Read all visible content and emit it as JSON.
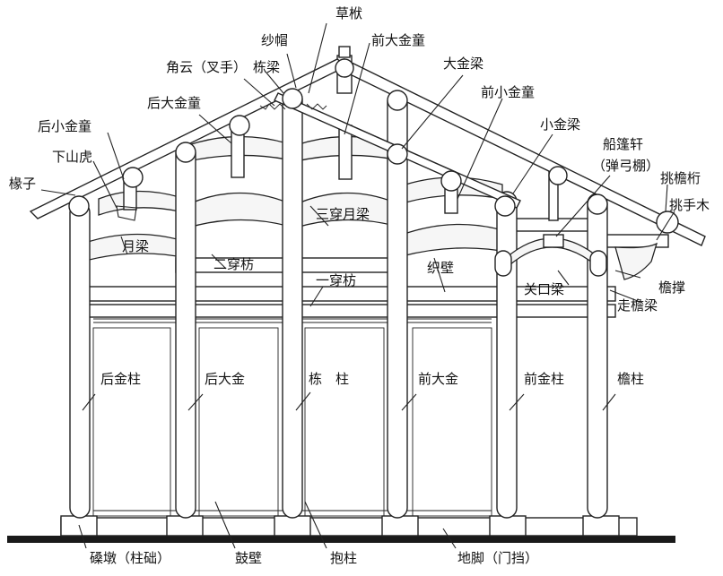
{
  "labels": {
    "caozhi": "草栿",
    "shamao": "纱帽",
    "qiandajintong": "前大金童",
    "jiaoyun": "角云（叉手）",
    "dongliang": "栋梁",
    "dajinliang": "大金梁",
    "houdajintong": "后大金童",
    "qianxiaojintong": "前小金童",
    "houxiaojintong": "后小金童",
    "xiaojinliang": "小金梁",
    "xiashanhu": "下山虎",
    "chuanpengxuan": "船篷轩",
    "danggongpeng": "（弹弓棚）",
    "chuanzi": "椽子",
    "tiaoyanheng": "挑檐桁",
    "tiaoshoumu": "挑手木",
    "sanchuanyueliang": "三穿月梁",
    "yueliang": "月梁",
    "erchuanfang": "二穿枋",
    "zhibi": "织壁",
    "yichuanfang": "一穿枋",
    "guankouliang": "关口梁",
    "yanchen": "檐撑",
    "zouyanliang": "走檐梁",
    "houjinzhu": "后金柱",
    "houdajin": "后大金",
    "dongzhu": "栋　柱",
    "qiandajin": "前大金",
    "qianjinzhu": "前金柱",
    "yanzhu": "檐柱",
    "sangdun": "磉墩（柱础）",
    "gubi": "鼓壁",
    "baozhu": "抱柱",
    "dijiao": "地脚（门挡）"
  }
}
